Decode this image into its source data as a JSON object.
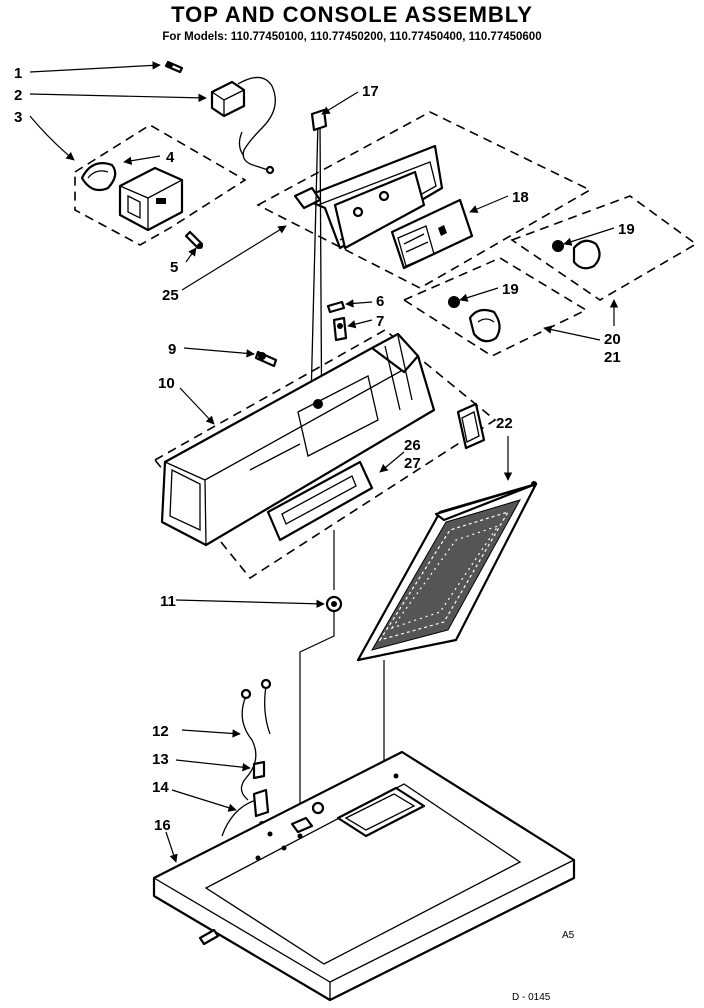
{
  "title": "TOP AND CONSOLE ASSEMBLY",
  "subtitle": "For Models: 110.77450100, 110.77450200, 110.77450400, 110.77450600",
  "callouts": [
    "1",
    "2",
    "3",
    "4",
    "5",
    "25",
    "17",
    "18",
    "19",
    "19",
    "20",
    "21",
    "6",
    "7",
    "9",
    "10",
    "26",
    "27",
    "22",
    "11",
    "12",
    "13",
    "14",
    "16"
  ],
  "footer": {
    "mark": "A5",
    "code": "D - 0145"
  }
}
